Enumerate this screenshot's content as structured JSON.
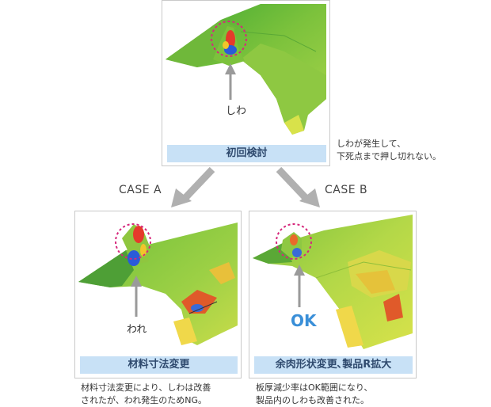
{
  "top": {
    "callout": "しわ",
    "caption": "初回検討",
    "note": "しわが発生して、\n下死点まで押し切れない。"
  },
  "case_a": {
    "label": "CASE A",
    "callout": "われ",
    "caption": "材料寸法変更",
    "note": "材料寸法変更により、しわは改善\nされたが、われ発生のためNG。"
  },
  "case_b": {
    "label": "CASE B",
    "callout": "OK",
    "caption": "余肉形状変更､製品R拡大",
    "note": "板厚減少率はOK範囲になり、\n製品内のしわも改善された。"
  },
  "colors": {
    "caption_bg": "#c8e1f6",
    "arrow": "#b0b0b0",
    "highlight_ring": "#d6287c",
    "ok_text": "#3a8fd8"
  }
}
